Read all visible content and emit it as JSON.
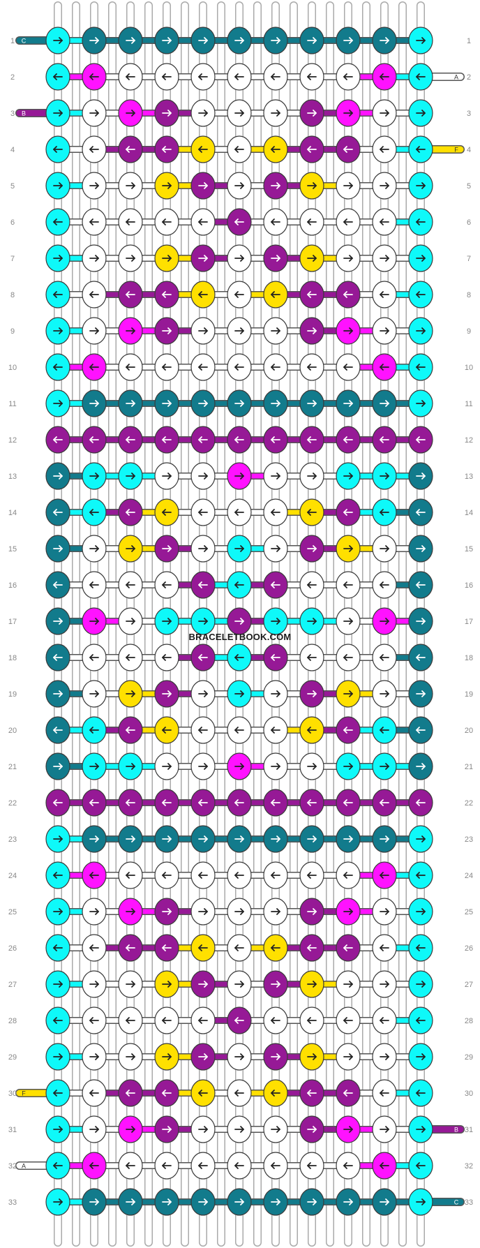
{
  "watermark": "BRACELETBOOK.COM",
  "colors": {
    "C": "#0ef9f9",
    "D": "#127b8c",
    "A": "#ffffff",
    "B": "#961996",
    "E": "#ff12ff",
    "F": "#ffe000"
  },
  "left_strings": [
    {
      "label": "C",
      "color": "D"
    },
    {
      "label": "A",
      "color": "A"
    },
    {
      "label": "B",
      "color": "B"
    },
    {
      "label": "F",
      "color": "F"
    }
  ],
  "right_strings": [
    {
      "label": "A",
      "color": "A"
    },
    {
      "label": "F",
      "color": "F"
    },
    {
      "label": "B",
      "color": "B"
    },
    {
      "label": "C",
      "color": "D"
    }
  ],
  "rows": [
    {
      "num": "1",
      "cells": "C> D> D> D> D> D> D> D> D> D> C>"
    },
    {
      "num": "2",
      "cells": "C< E< A< A< A< A< A< A< A< E< C<"
    },
    {
      "num": "3",
      "cells": "C> A> E> B> A> A> A> B> E> A> C>"
    },
    {
      "num": "4",
      "cells": "C< A< B< B< F< A< F< B< B< A< C<"
    },
    {
      "num": "5",
      "cells": "C> A> A> F> B> A> B> F> A> A> C>"
    },
    {
      "num": "6",
      "cells": "C< A< A< A< A< B< A< A< A< A< C<"
    },
    {
      "num": "7",
      "cells": "C> A> A> F> B> A> B> F> A> A> C>"
    },
    {
      "num": "8",
      "cells": "C< A< B< B< F< A< F< B< B< A< C<"
    },
    {
      "num": "9",
      "cells": "C> A> E> B> A> A> A> B> E> A> C>"
    },
    {
      "num": "10",
      "cells": "C< E< A< A< A< A< A< A< A< E< C<"
    },
    {
      "num": "11",
      "cells": "C> D> D> D> D> D> D> D> D> D> C>"
    },
    {
      "num": "12",
      "cells": "B< B< B< B< B< B< B< B< B< B< B<"
    },
    {
      "num": "13",
      "cells": "D> C> C> A> A> E> A> A> C> C> D>"
    },
    {
      "num": "14",
      "cells": "D< C< B< F< A< A< A< F< B< C< D<"
    },
    {
      "num": "15",
      "cells": "D> A> F> B> A> C> A> B> F> A> D>"
    },
    {
      "num": "16",
      "cells": "D< A< A< A< B< C< B< A< A< A< D<"
    },
    {
      "num": "17",
      "cells": "D> E> A> C> C> B> C> C> A> E> D>"
    },
    {
      "num": "18",
      "cells": "D< A< A< A< B< C< B< A< A< A< D<"
    },
    {
      "num": "19",
      "cells": "D> A> F> B> A> C> A> B> F> A> D>"
    },
    {
      "num": "20",
      "cells": "D< C< B< F< A< A< A< F< B< C< D<"
    },
    {
      "num": "21",
      "cells": "D> C> C> A> A> E> A> A> C> C> D>"
    },
    {
      "num": "22",
      "cells": "B< B< B< B< B< B< B< B< B< B< B<"
    },
    {
      "num": "23",
      "cells": "C> D> D> D> D> D> D> D> D> D> C>"
    },
    {
      "num": "24",
      "cells": "C< E< A< A< A< A< A< A< A< E< C<"
    },
    {
      "num": "25",
      "cells": "C> A> E> B> A> A> A> B> E> A> C>"
    },
    {
      "num": "26",
      "cells": "C< A< B< B< F< A< F< B< B< A< C<"
    },
    {
      "num": "27",
      "cells": "C> A> A> F> B> A> B> F> A> A> C>"
    },
    {
      "num": "28",
      "cells": "C< A< A< A< A< B< A< A< A< A< C<"
    },
    {
      "num": "29",
      "cells": "C> A> A> F> B> A> B> F> A> A> C>"
    },
    {
      "num": "30",
      "cells": "C< A< B< B< F< A< F< B< B< A< C<"
    },
    {
      "num": "31",
      "cells": "C> A> E> B> A> A> A> B> E> A> C>"
    },
    {
      "num": "32",
      "cells": "C< E< A< A< A< A< A< A< A< E< C<"
    },
    {
      "num": "33",
      "cells": "C> D> D> D> D> D> D> D> D> D> C>"
    }
  ]
}
